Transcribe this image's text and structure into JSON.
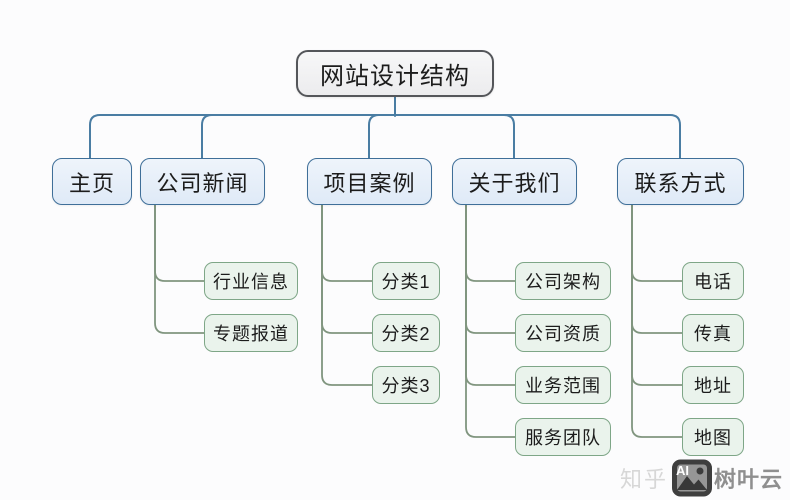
{
  "diagram": {
    "title": "网站设计结构",
    "root": {
      "label": "网站设计结构"
    },
    "branches": [
      {
        "label": "主页",
        "children": []
      },
      {
        "label": "公司新闻",
        "children": [
          {
            "label": "行业信息"
          },
          {
            "label": "专题报道"
          }
        ]
      },
      {
        "label": "项目案例",
        "children": [
          {
            "label": "分类1"
          },
          {
            "label": "分类2"
          },
          {
            "label": "分类3"
          }
        ]
      },
      {
        "label": "关于我们",
        "children": [
          {
            "label": "公司架构"
          },
          {
            "label": "公司资质"
          },
          {
            "label": "业务范围"
          },
          {
            "label": "服务团队"
          }
        ]
      },
      {
        "label": "联系方式",
        "children": [
          {
            "label": "电话"
          },
          {
            "label": "传真"
          },
          {
            "label": "地址"
          },
          {
            "label": "地图"
          }
        ]
      }
    ]
  },
  "watermark": {
    "prefix": "知乎",
    "handle": "树叶云",
    "badge_label": "AI"
  },
  "colors": {
    "bg": "#fcfcfd",
    "text": "#1c1c1c",
    "root-border": "#54565a",
    "l2-border": "#3f6f99",
    "l3-border": "#7ea687",
    "l3-fill": "#eaf3ec",
    "connector-blue": "#4a7da3",
    "connector-green": "#80957f",
    "wm-light": "#d7d7d7",
    "wm-dark": "#8f8f8f"
  }
}
